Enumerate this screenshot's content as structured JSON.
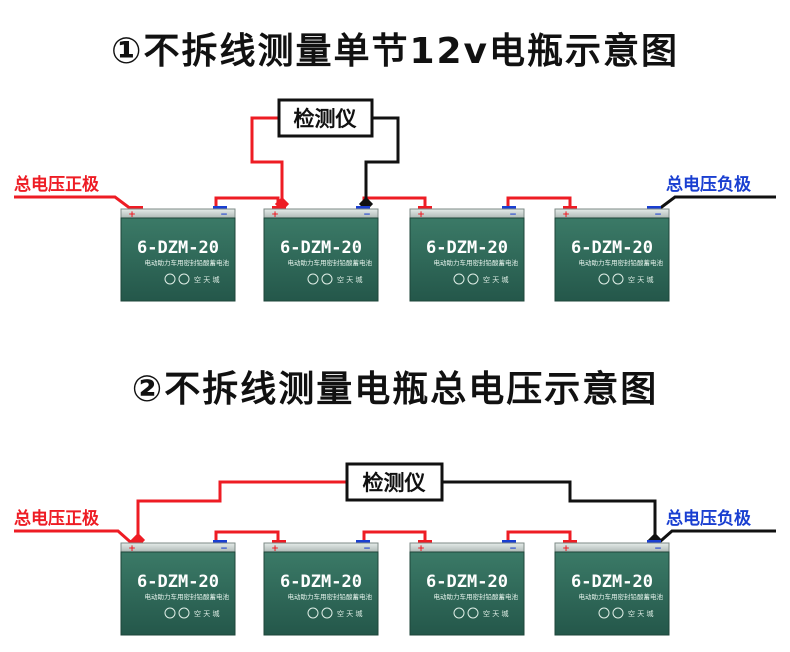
{
  "titles": {
    "diagram1": "①不拆线测量单节12v电瓶示意图",
    "diagram2": "②不拆线测量电瓶总电压示意图"
  },
  "labels": {
    "positive_total": "总电压正极",
    "negative_total": "总电压负极",
    "meter": "检测仪"
  },
  "battery": {
    "model": "6-DZM-20",
    "subtitle": "电动助力车用密封铅酸蓄电池",
    "brand": "空 天 城",
    "count_per_row": 4
  },
  "colors": {
    "positive_wire": "#ee1c24",
    "negative_wire": "#111111",
    "positive_label": "#ee1c24",
    "negative_label": "#1a3fd1",
    "battery_body": "#2f6b5a",
    "battery_top": "#cfd8d5"
  }
}
